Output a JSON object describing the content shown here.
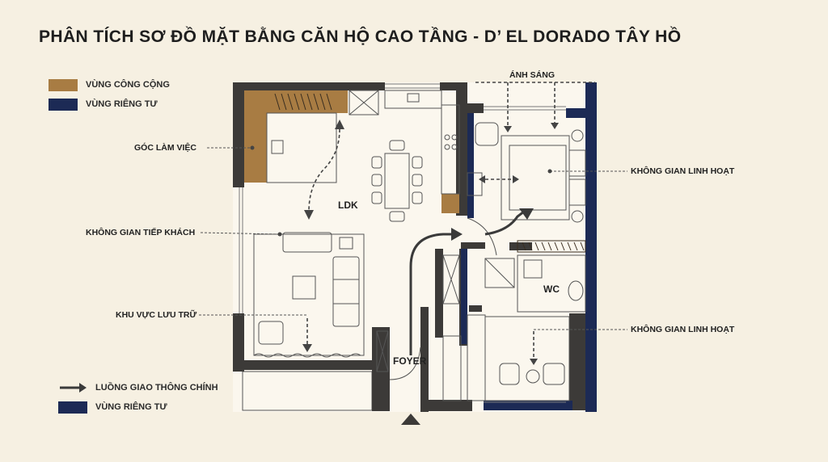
{
  "title": "PHÂN TÍCH SƠ ĐỒ MẶT BẰNG CĂN HỘ CAO TẦNG - D’ EL DORADO TÂY HỒ",
  "colors": {
    "public_zone": "#a87c43",
    "private_zone": "#1c2a55",
    "wall": "#3c3a38",
    "background": "#f6f0e2"
  },
  "legend_top": [
    {
      "label": "VÙNG CÔNG CỘNG",
      "color": "#a87c43"
    },
    {
      "label": "VÙNG RIÊNG TƯ",
      "color": "#1c2a55"
    }
  ],
  "legend_bottom": [
    {
      "label": "LUỒNG GIAO THÔNG CHÍNH",
      "icon": "arrow-right-icon"
    },
    {
      "label": "VÙNG RIÊNG TƯ",
      "color": "#1c2a55"
    }
  ],
  "callouts": {
    "work_corner": "GÓC LÀM VIỆC",
    "guest_space": "KHÔNG GIAN TIẾP KHÁCH",
    "storage_area": "KHU VỰC LƯU TRỮ",
    "light": "ÁNH SÁNG",
    "flex_space_1": "KHÔNG GIAN LINH HOẠT",
    "flex_space_2": "KHÔNG GIAN LINH HOẠT"
  },
  "rooms": {
    "ldk": "LDK",
    "wc": "WC",
    "foyer": "FOYER"
  }
}
